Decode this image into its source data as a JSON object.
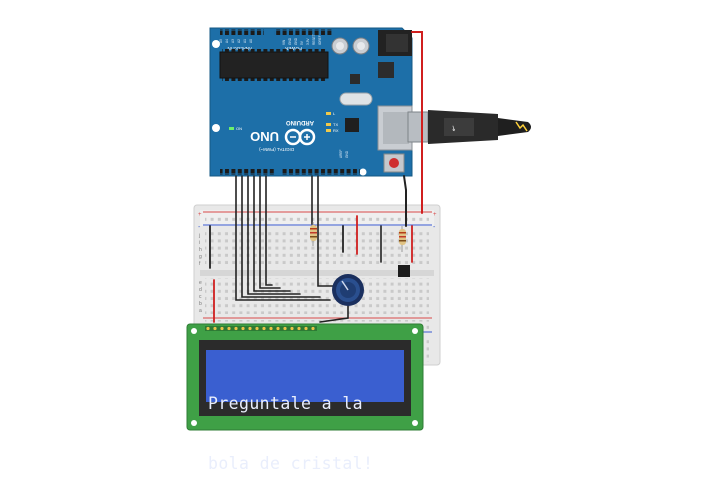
{
  "board": {
    "brand": "ARDUINO",
    "model": "UNO",
    "label_digital": "DIGITAL (PWM~)",
    "label_analog": "ANALOG IN",
    "label_power": "POWER",
    "label_tx": "TX",
    "label_rx": "RX",
    "label_on": "ON",
    "label_l": "L",
    "label_aref": "AREF",
    "label_gnd": "GND",
    "label_ioref": "IOREF",
    "label_reset": "RESET",
    "label_3v3": "3.3V",
    "label_5v": "5V",
    "label_vin": "VIN",
    "color": "#1d6fa8"
  },
  "breadboard": {
    "row_letters_left": [
      "j",
      "i",
      "h",
      "g",
      "f",
      "e",
      "d",
      "c",
      "b",
      "a"
    ],
    "rail_plus": "+",
    "rail_minus": "-"
  },
  "lcd": {
    "line1": "Preguntale a la",
    "line2": "bola de cristal!",
    "screen_color": "#3a5fd0",
    "pcb_color": "#3fa046"
  },
  "colors": {
    "wire_red": "#d01f1f",
    "wire_black": "#222222",
    "potentiometer": "#2a4f8f"
  }
}
